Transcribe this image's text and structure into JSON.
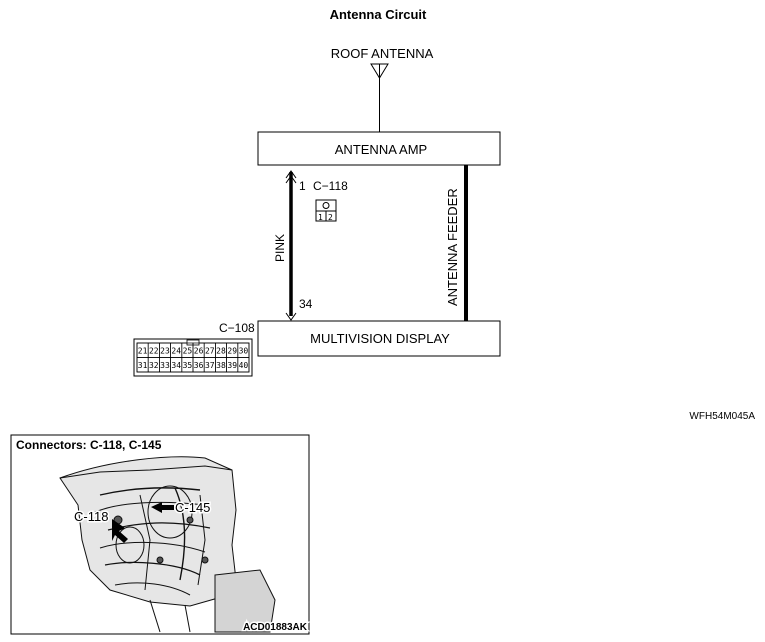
{
  "title": "Antenna Circuit",
  "roof_antenna_label": "ROOF ANTENNA",
  "antenna_amp_label": "ANTENNA AMP",
  "multivision_display_label": "MULTIVISION DISPLAY",
  "antenna_feeder_label": "ANTENNA FEEDER",
  "wire": {
    "color_label": "PINK",
    "pin_top": "1",
    "pin_bottom": "34"
  },
  "connector_c118": {
    "id": "C−118",
    "pins": [
      "1",
      "2"
    ]
  },
  "connector_c108": {
    "id": "C−108",
    "row1": [
      "21",
      "22",
      "23",
      "24",
      "25",
      "26",
      "27",
      "28",
      "29",
      "30"
    ],
    "row2": [
      "31",
      "32",
      "33",
      "34",
      "35",
      "36",
      "37",
      "38",
      "39",
      "40"
    ]
  },
  "diagram_code": "WFH54M045A",
  "connectors_box": {
    "title": "Connectors: C-118, C-145",
    "callout_c118": "C-118",
    "callout_c145": "C-145",
    "image_code": "ACD01883AK"
  }
}
